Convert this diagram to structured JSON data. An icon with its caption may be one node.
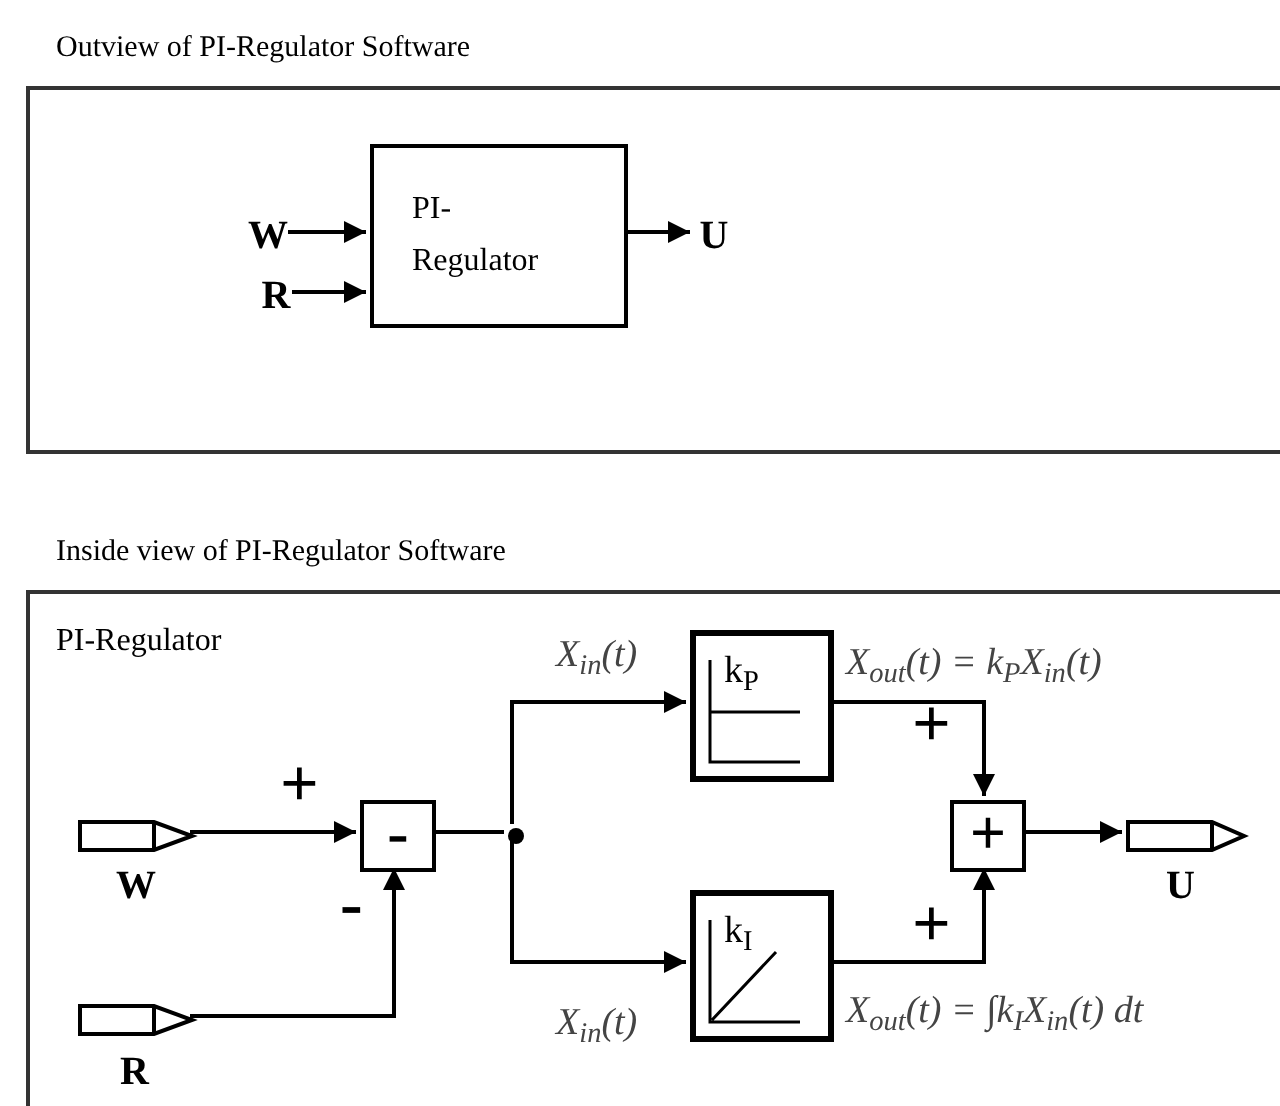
{
  "diagram": {
    "nodes": [
      {
        "text": [
          "Outview of PI-Regulator Software"
        ]
      },
      {
        "text": [
          "W"
        ],
        "in": 0
      },
      {
        "text": [
          "R"
        ],
        "in": 0
      },
      {
        "text": [
          "PI- Regulator"
        ],
        "in": 0
      },
      {
        "text": [
          "U"
        ],
        "in": 0
      },
      {
        "text": [
          "Inside view of PI-Regulator Software",
          "PI-Regulator"
        ]
      },
      {
        "text": [],
        "shape": "box",
        "in": 5,
        "beside": [
          "W"
        ]
      },
      {
        "text": [],
        "shape": "box",
        "in": 5,
        "beside": [
          "R"
        ]
      },
      {
        "text": [
          "-"
        ],
        "in": 5
      },
      {
        "text": [],
        "shape": "circle",
        "in": 5
      },
      {
        "text": [
          "k$_{P}$"
        ],
        "in": 5,
        "beside": [
          "X$_{out}$(t) = k$_{P}$X$_{in}$(t)"
        ]
      },
      {
        "text": [
          "k$_{I}$"
        ],
        "in": 5,
        "beside": [
          "X$_{out}$(t) = ∫k$_{I}$X$_{in}$(t) dt"
        ]
      },
      {
        "text": [
          "+"
        ],
        "in": 5
      },
      {
        "text": [],
        "shape": "box",
        "in": 5,
        "beside": [
          "U"
        ]
      }
    ],
    "edges": [
      {
        "from": 1,
        "to": 3,
        "arrow": "to"
      },
      {
        "from": 2,
        "to": 3,
        "arrow": "to"
      },
      {
        "from": 3,
        "to": 4,
        "arrow": "to"
      },
      {
        "from": 6,
        "to": 8,
        "arrow": "to",
        "label": "+"
      },
      {
        "from": 7,
        "to": 8,
        "arrow": "to",
        "label": "-"
      },
      {
        "from": 8,
        "to": 9,
        "arrow": "none"
      },
      {
        "from": 9,
        "to": 10,
        "arrow": "to",
        "label": "X$_{in}$(t)"
      },
      {
        "from": 9,
        "to": 11,
        "arrow": "to",
        "label": "X$_{in}$(t)"
      },
      {
        "from": 10,
        "to": 12,
        "arrow": "to",
        "label": "+"
      },
      {
        "from": 11,
        "to": 12,
        "arrow": "to",
        "label": "+"
      },
      {
        "from": 12,
        "to": 13,
        "arrow": "to"
      }
    ]
  }
}
